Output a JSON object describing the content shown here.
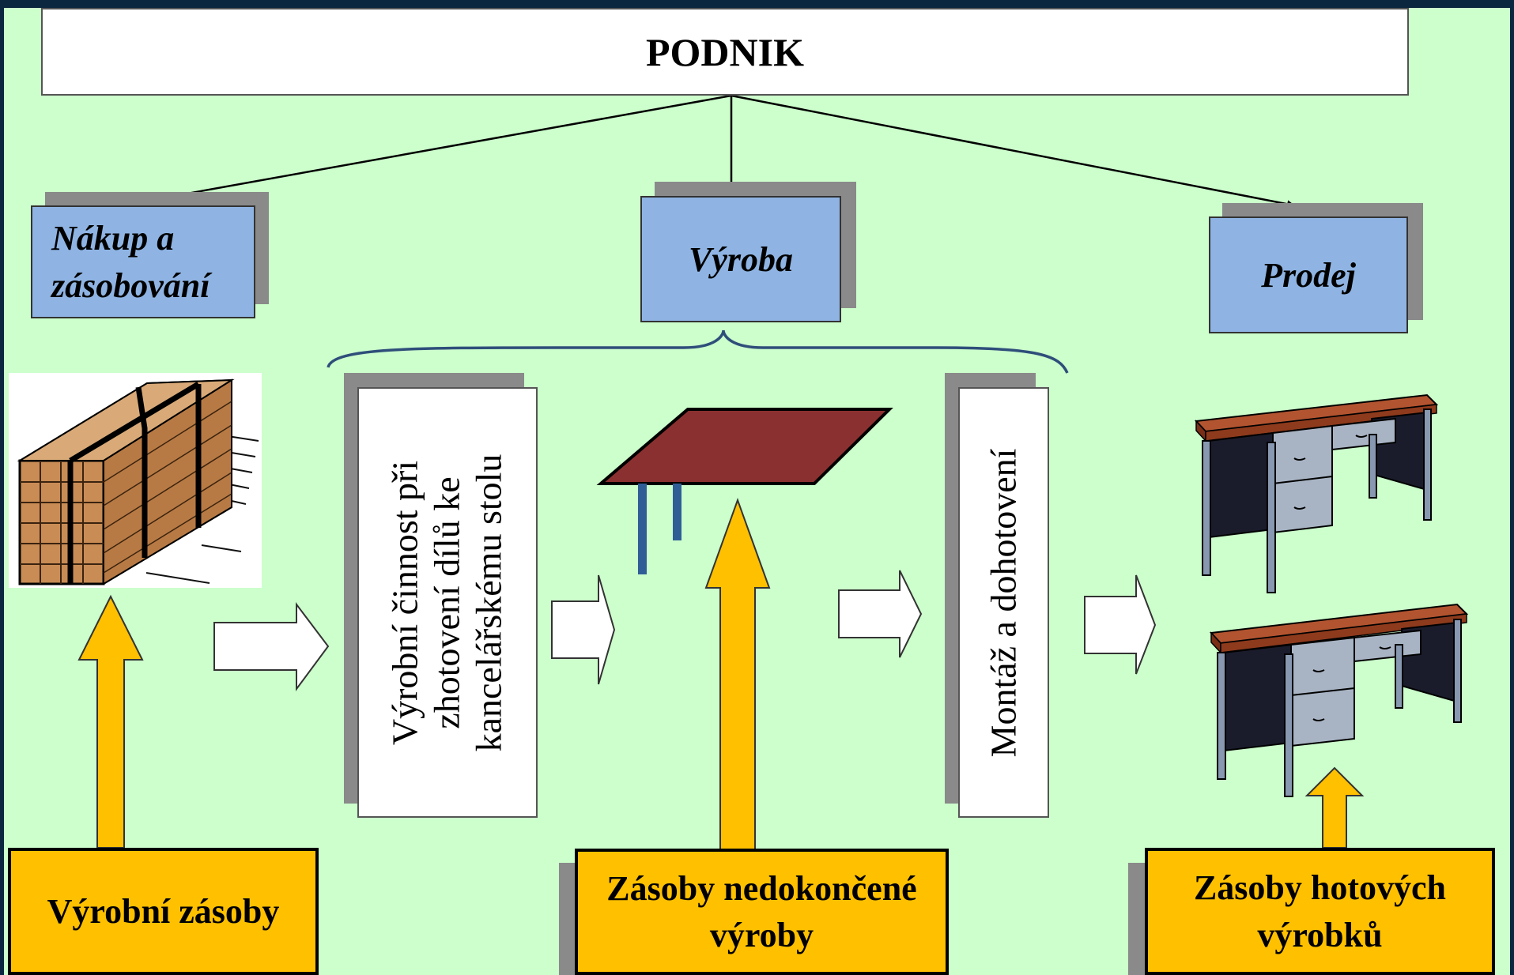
{
  "company": "PODNIK",
  "departments": {
    "purchasing": "Nákup a zásobování",
    "production": "Výroba",
    "sales": "Prodej"
  },
  "processes": {
    "manufacturing": "Výrobní činnost při zhotovení dílů ke kancelářskému stolu",
    "assembly": "Montáž a dohotovení"
  },
  "inventories": {
    "materials": "Výrobní zásoby",
    "work_in_progress": "Zásoby nedokončené výroby",
    "finished_goods": "Zásoby hotových výrobků"
  },
  "colors": {
    "background": "#ccffcc",
    "department_fill": "#8fb4e3",
    "inventory_fill": "#ffc000",
    "tabletop": "#8b3030",
    "desk_top": "#a04a2c",
    "desk_body": "#1a1c2c"
  },
  "icons": [
    "timber-stack-icon",
    "tabletop-part-icon",
    "office-desk-icon"
  ]
}
